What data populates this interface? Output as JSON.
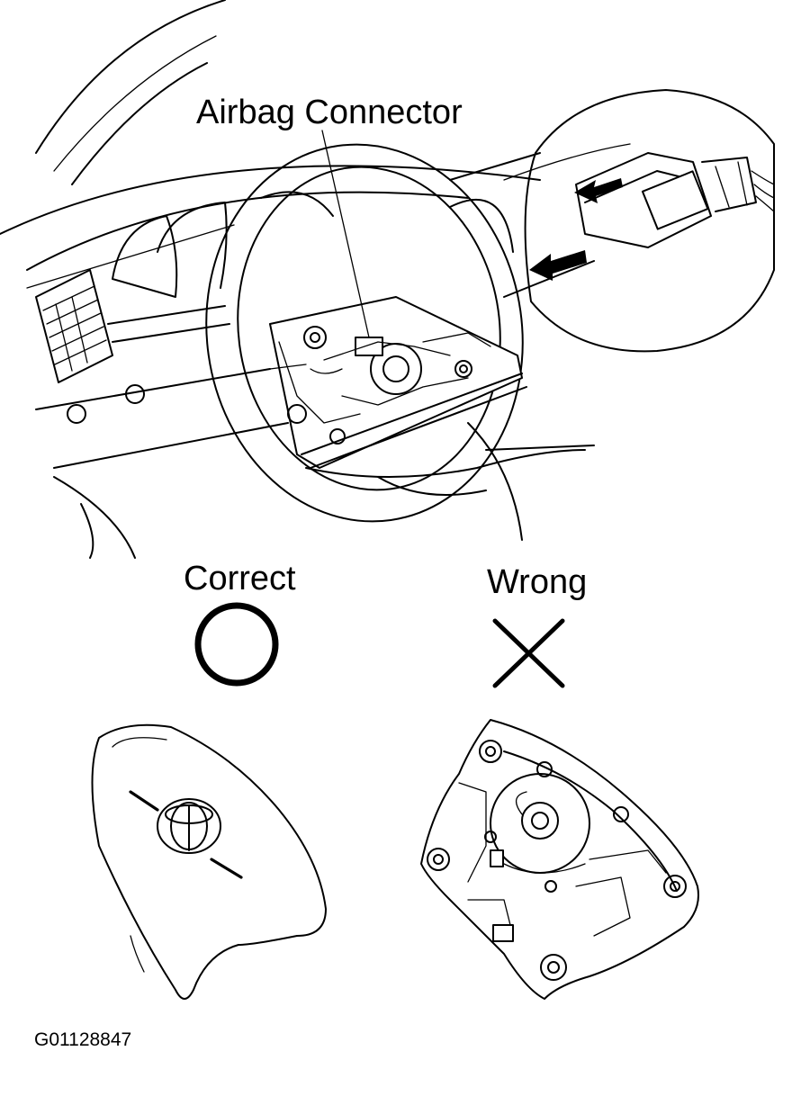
{
  "labels": {
    "connector": "Airbag Connector",
    "correct": "Correct",
    "wrong": "Wrong",
    "figure_id": "G01128847"
  },
  "icons": {
    "correct_mark": "circle-icon",
    "wrong_mark": "x-mark-icon"
  },
  "colors": {
    "ink": "#000000",
    "paper": "#ffffff"
  }
}
